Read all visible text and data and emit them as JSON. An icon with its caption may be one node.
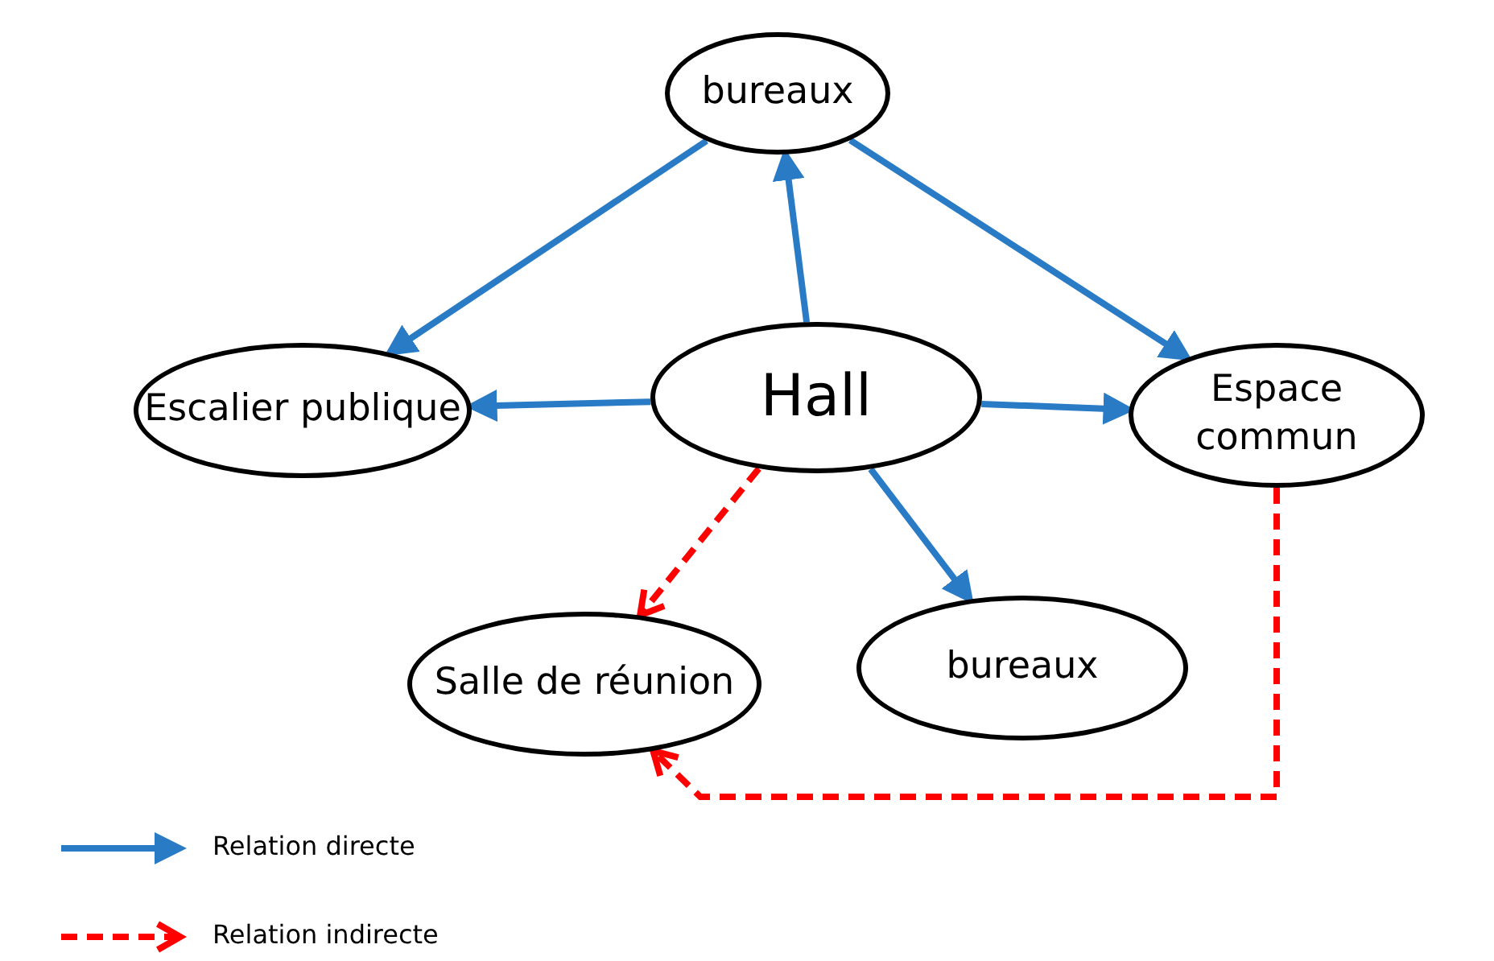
{
  "diagram": {
    "nodes": [
      {
        "text": [
          "bureaux"
        ]
      },
      {
        "text": [
          "Escalier publique"
        ]
      },
      {
        "text": [
          "Hall"
        ]
      },
      {
        "text": [
          "Espace commun"
        ]
      },
      {
        "text": [
          "Salle de réunion"
        ]
      },
      {
        "text": [
          "bureaux"
        ]
      }
    ],
    "edges": [
      {
        "from": 2,
        "to": 0,
        "arrow": "to"
      },
      {
        "from": 0,
        "to": 1,
        "arrow": "to"
      },
      {
        "from": 0,
        "to": 3,
        "arrow": "to"
      },
      {
        "from": 2,
        "to": 1,
        "arrow": "to"
      },
      {
        "from": 2,
        "to": 3,
        "arrow": "to"
      },
      {
        "from": 2,
        "to": 5,
        "arrow": "to"
      },
      {
        "from": 2,
        "to": 4,
        "arrow": "to",
        "style": "dashed",
        "color": "#ff0000"
      },
      {
        "from": 3,
        "to": 4,
        "arrow": "to",
        "style": "dashed",
        "color": "#ff0000"
      }
    ],
    "legend": [
      {
        "text": "Relation directe"
      },
      {
        "text": "Relation indirecte"
      }
    ]
  }
}
